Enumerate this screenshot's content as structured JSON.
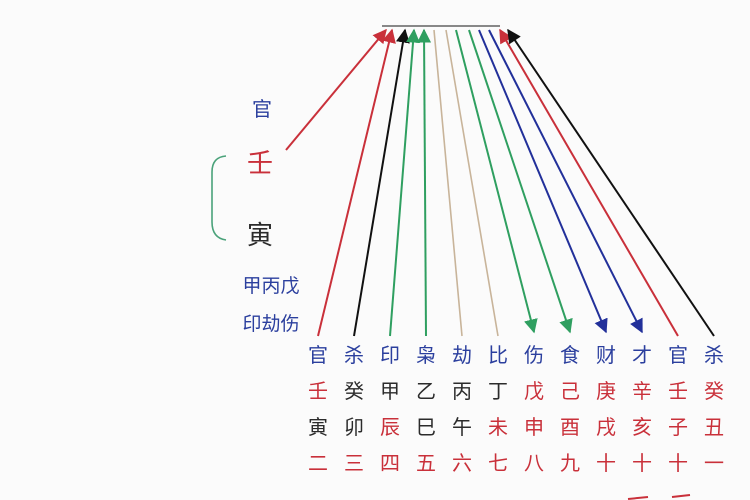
{
  "colors": {
    "blue": "#2b3f9e",
    "red": "#c9303a",
    "dark": "#2b2b2b",
    "green": "#2f9f60",
    "tan": "#c8b49a",
    "navy": "#22309a",
    "black": "#111111",
    "brace": "#4aa27a"
  },
  "left_labels": {
    "guan": "官",
    "ren": "壬",
    "yin": "寅",
    "stems": "甲丙戊",
    "gods": "印劫伤"
  },
  "rows": {
    "gods": [
      "官",
      "杀",
      "印",
      "枭",
      "劫",
      "比",
      "伤",
      "食",
      "财",
      "才",
      "官",
      "杀"
    ],
    "stems": [
      "壬",
      "癸",
      "甲",
      "乙",
      "丙",
      "丁",
      "戊",
      "己",
      "庚",
      "辛",
      "壬",
      "癸"
    ],
    "branches": [
      "寅",
      "卯",
      "辰",
      "巳",
      "午",
      "未",
      "申",
      "酉",
      "戌",
      "亥",
      "子",
      "丑"
    ],
    "numbers": [
      "二",
      "三",
      "四",
      "五",
      "六",
      "七",
      "八",
      "九",
      "十",
      "十",
      "十",
      "一"
    ]
  },
  "row_colors": {
    "stems": [
      "red",
      "dark",
      "dark",
      "dark",
      "dark",
      "dark",
      "red",
      "red",
      "red",
      "red",
      "red",
      "red"
    ],
    "branches": [
      "dark",
      "dark",
      "red",
      "dark",
      "dark",
      "red",
      "red",
      "red",
      "red",
      "red",
      "red",
      "red"
    ]
  },
  "lines": [
    {
      "color": "red",
      "dir": "up"
    },
    {
      "color": "black",
      "dir": "up"
    },
    {
      "color": "green",
      "dir": "up"
    },
    {
      "color": "green",
      "dir": "up"
    },
    {
      "color": "tan",
      "dir": "none"
    },
    {
      "color": "tan",
      "dir": "none"
    },
    {
      "color": "green",
      "dir": "down"
    },
    {
      "color": "green",
      "dir": "down"
    },
    {
      "color": "navy",
      "dir": "down"
    },
    {
      "color": "navy",
      "dir": "down"
    },
    {
      "color": "red",
      "dir": "up"
    },
    {
      "color": "black",
      "dir": "up"
    }
  ]
}
